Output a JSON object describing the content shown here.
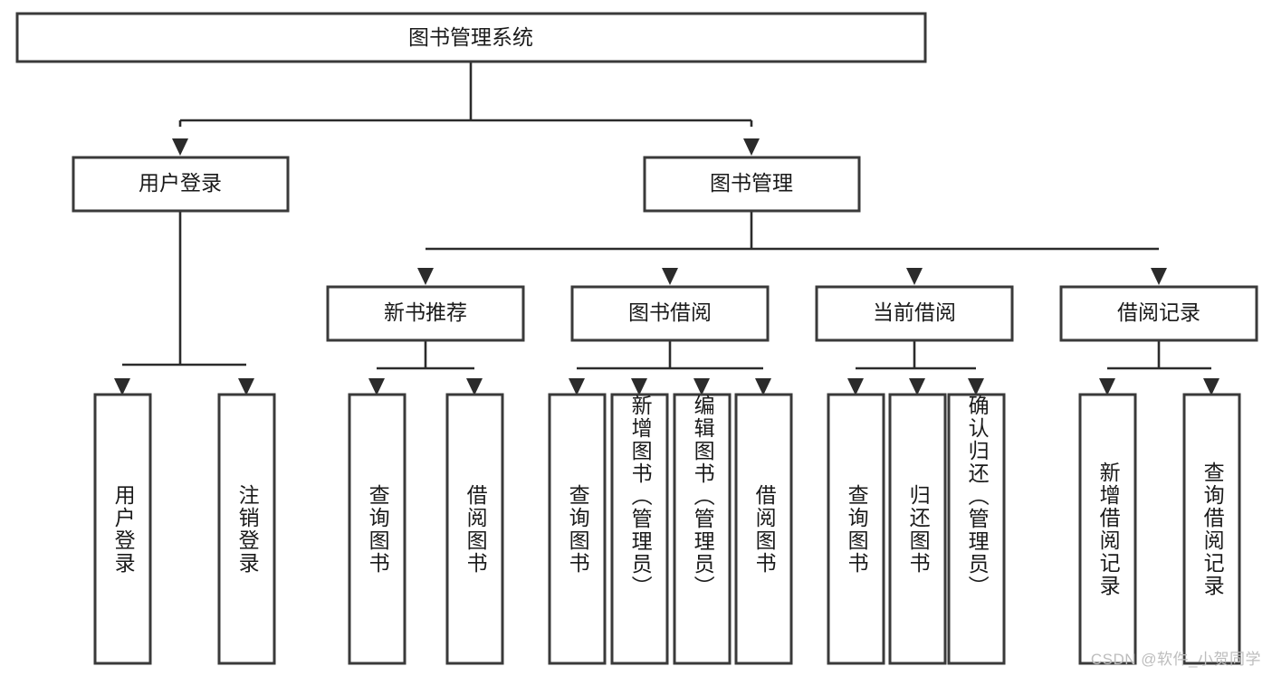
{
  "diagram": {
    "type": "tree-hierarchy",
    "title": "图书管理系统",
    "watermark": "CSDN @软件_小贺同学",
    "colors": {
      "box_stroke": "#3a3a3a",
      "connector": "#2b2b2b",
      "background": "#ffffff",
      "text": "#1a1a1a",
      "watermark": "#bdbdbd"
    },
    "root": {
      "label": "图书管理系统"
    },
    "level2": [
      {
        "label": "用户登录"
      },
      {
        "label": "图书管理"
      }
    ],
    "level3": [
      {
        "label": "新书推荐"
      },
      {
        "label": "图书借阅"
      },
      {
        "label": "当前借阅"
      },
      {
        "label": "借阅记录"
      }
    ],
    "leaves": {
      "user_login": [
        {
          "label": "用户登录"
        },
        {
          "label": "注销登录"
        }
      ],
      "new_book_recommend": [
        {
          "label": "查询图书"
        },
        {
          "label": "借阅图书"
        }
      ],
      "book_borrow": [
        {
          "label": "查询图书"
        },
        {
          "label": "新增图书（管理员）"
        },
        {
          "label": "编辑图书（管理员）"
        },
        {
          "label": "借阅图书"
        }
      ],
      "current_borrow": [
        {
          "label": "查询图书"
        },
        {
          "label": "归还图书"
        },
        {
          "label": "确认归还（管理员）"
        }
      ],
      "borrow_record": [
        {
          "label": "新增借阅记录"
        },
        {
          "label": "查询借阅记录"
        }
      ]
    }
  }
}
